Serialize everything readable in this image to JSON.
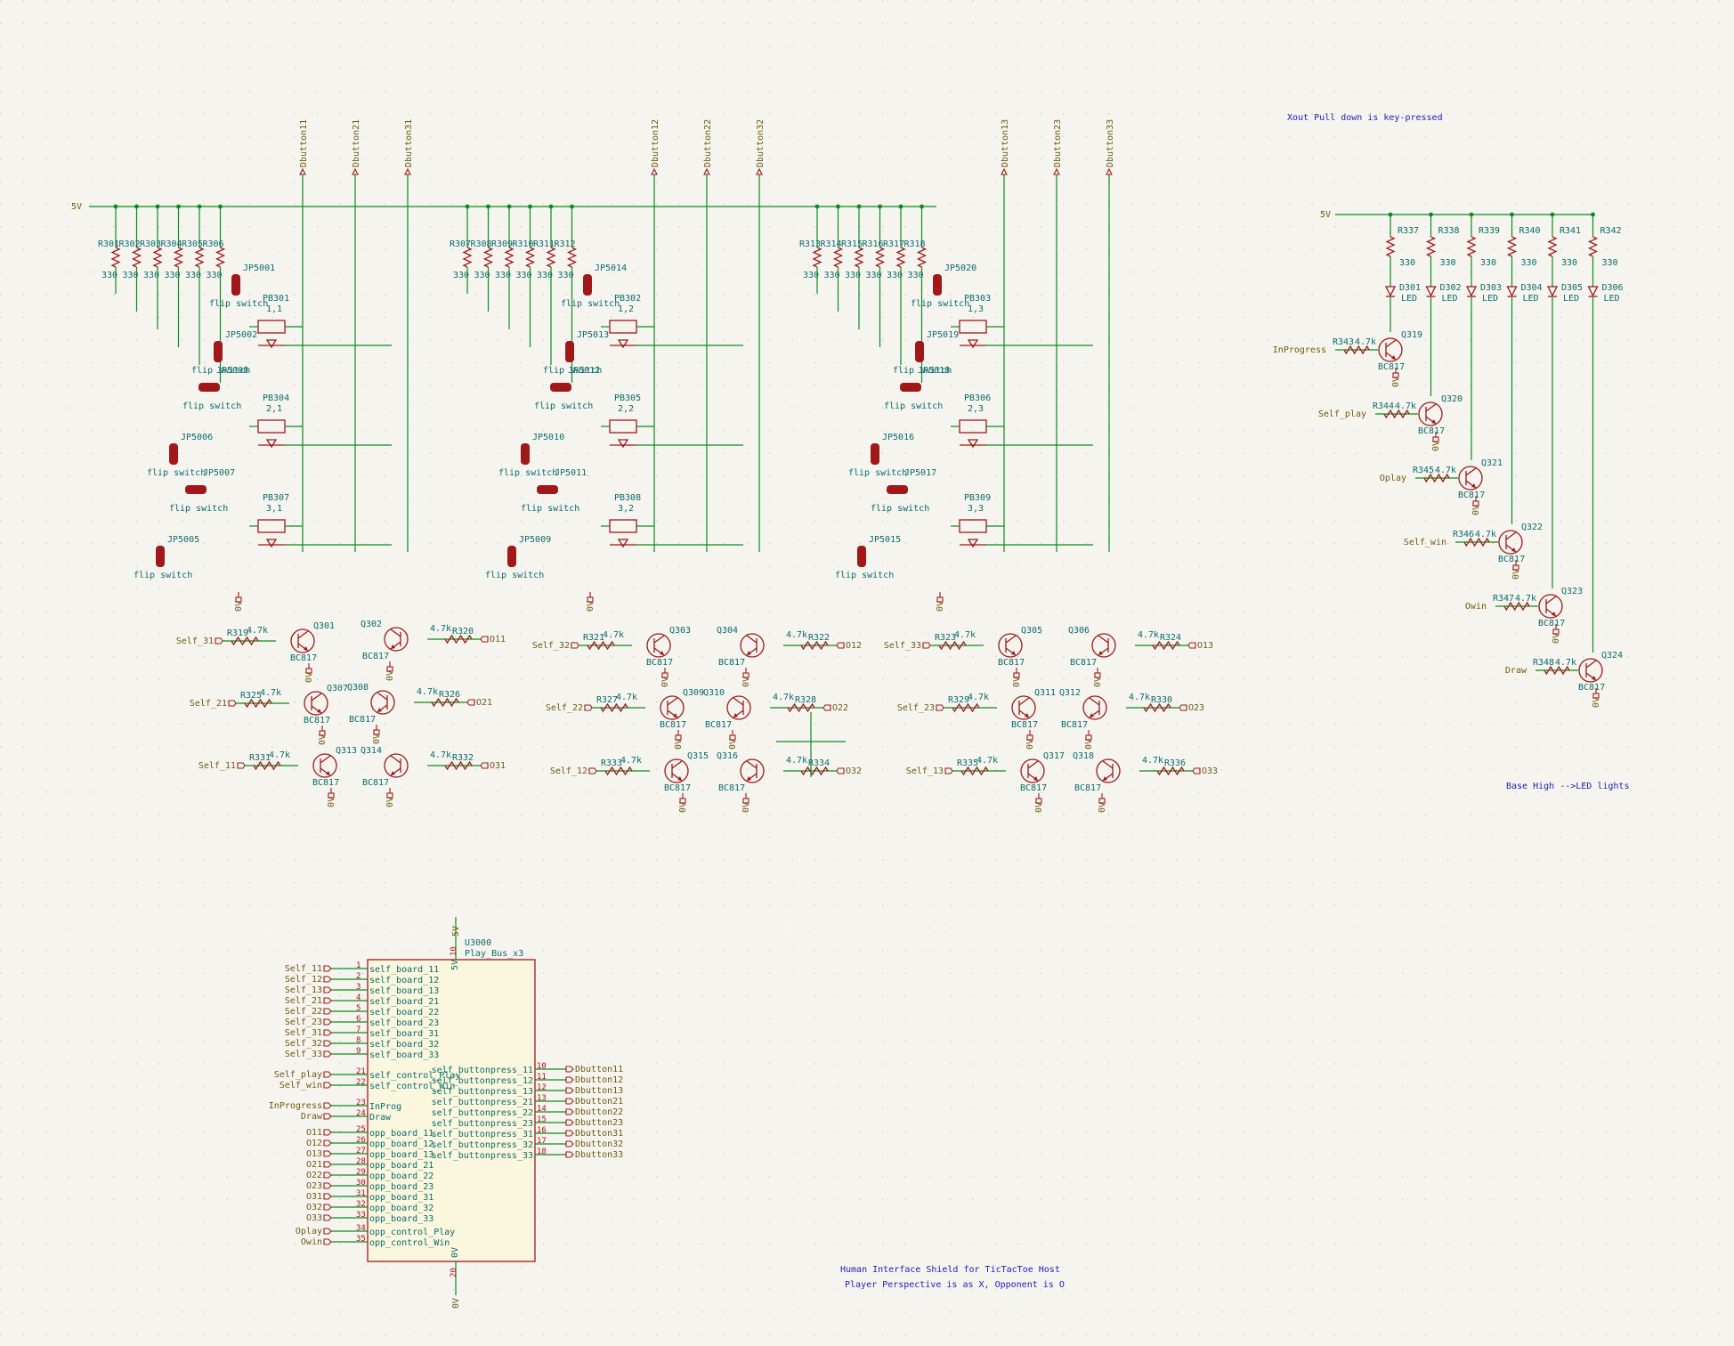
{
  "notes": {
    "xout": "Xout Pull down is key-pressed",
    "base": "Base High -->LED lights",
    "title1": "Human Interface Shield for TicTacToe Host",
    "title2": "Player Perspective is as X, Opponent is O"
  },
  "power": {
    "v5": "5V",
    "gnd": "0V"
  },
  "buttons_cols": [
    {
      "resistors": [
        "R301",
        "R302",
        "R303",
        "R304",
        "R305",
        "R306"
      ],
      "top_nets": [
        "Dbutton11",
        "Dbutton21",
        "Dbutton31"
      ],
      "jps": [
        "JP5001",
        "JP5002",
        "JP5008",
        "JP5006",
        "JP5007",
        "JP5005"
      ],
      "pbs": [
        [
          "PB301",
          "1,1"
        ],
        [
          "PB304",
          "2,1"
        ],
        [
          "PB307",
          "3,1"
        ]
      ]
    },
    {
      "resistors": [
        "R307",
        "R308",
        "R309",
        "R310",
        "R311",
        "R312"
      ],
      "top_nets": [
        "Dbutton12",
        "Dbutton22",
        "Dbutton32"
      ],
      "jps": [
        "JP5014",
        "JP5013",
        "JP5012",
        "JP5010",
        "JP5011",
        "JP5009"
      ],
      "pbs": [
        [
          "PB302",
          "1,2"
        ],
        [
          "PB305",
          "2,2"
        ],
        [
          "PB308",
          "3,2"
        ]
      ]
    },
    {
      "resistors": [
        "R313",
        "R314",
        "R315",
        "R316",
        "R317",
        "R318"
      ],
      "top_nets": [
        "Dbutton13",
        "Dbutton23",
        "Dbutton33"
      ],
      "jps": [
        "JP5020",
        "JP5019",
        "JP5018",
        "JP5016",
        "JP5017",
        "JP5015"
      ],
      "pbs": [
        [
          "PB303",
          "1,3"
        ],
        [
          "PB306",
          "2,3"
        ],
        [
          "PB309",
          "3,3"
        ]
      ]
    }
  ],
  "resistor_value": "330",
  "flip_label": "flip switch",
  "bjt_value": "BC817",
  "base_value": "4.7k",
  "self_drivers": [
    {
      "net": "Self_31",
      "r": "R319",
      "q": "Q301"
    },
    {
      "net": "Self_21",
      "r": "R325",
      "q": "Q307"
    },
    {
      "net": "Self_11",
      "r": "R331",
      "q": "Q313"
    },
    {
      "net": "Self_32",
      "r": "R321",
      "q": "Q303"
    },
    {
      "net": "Self_22",
      "r": "R327",
      "q": "Q309"
    },
    {
      "net": "Self_12",
      "r": "R333",
      "q": "Q315"
    },
    {
      "net": "Self_33",
      "r": "R323",
      "q": "Q305"
    },
    {
      "net": "Self_23",
      "r": "R329",
      "q": "Q311"
    },
    {
      "net": "Self_13",
      "r": "R335",
      "q": "Q317"
    }
  ],
  "opp_drivers": [
    {
      "net": "O11",
      "r": "R320",
      "q": "Q302"
    },
    {
      "net": "O21",
      "r": "R326",
      "q": "Q308"
    },
    {
      "net": "O31",
      "r": "R332",
      "q": "Q314"
    },
    {
      "net": "O12",
      "r": "R322",
      "q": "Q304"
    },
    {
      "net": "O22",
      "r": "R328",
      "q": "Q310"
    },
    {
      "net": "O32",
      "r": "R334",
      "q": "Q316"
    },
    {
      "net": "O13",
      "r": "R324",
      "q": "Q306"
    },
    {
      "net": "O23",
      "r": "R330",
      "q": "Q312"
    },
    {
      "net": "O33",
      "r": "R336",
      "q": "Q318"
    }
  ],
  "led_section": {
    "resistors": [
      "R337",
      "R338",
      "R339",
      "R340",
      "R341",
      "R342"
    ],
    "leds": [
      "D301",
      "D302",
      "D303",
      "D304",
      "D305",
      "D306"
    ],
    "led_value": "LED",
    "drivers": [
      {
        "net": "InProgress",
        "r": "R343",
        "q": "Q319"
      },
      {
        "net": "Self_play",
        "r": "R344",
        "q": "Q320"
      },
      {
        "net": "Oplay",
        "r": "R345",
        "q": "Q321"
      },
      {
        "net": "Self_win",
        "r": "R346",
        "q": "Q322"
      },
      {
        "net": "Owin",
        "r": "R347",
        "q": "Q323"
      },
      {
        "net": "Draw",
        "r": "R348",
        "q": "Q324"
      }
    ]
  },
  "ic": {
    "ref": "U3000",
    "value": "Play_Bus_x3",
    "top_pin": {
      "num": "10",
      "name": "5V"
    },
    "bot_pin": {
      "num": "20",
      "name": "0V"
    },
    "left_pins": [
      {
        "num": "1",
        "name": "self_board_11",
        "net": "Self_11"
      },
      {
        "num": "2",
        "name": "self_board_12",
        "net": "Self_12"
      },
      {
        "num": "3",
        "name": "self_board_13",
        "net": "Self_13"
      },
      {
        "num": "4",
        "name": "self_board_21",
        "net": "Self_21"
      },
      {
        "num": "5",
        "name": "self_board_22",
        "net": "Self_22"
      },
      {
        "num": "6",
        "name": "self_board_23",
        "net": "Self_23"
      },
      {
        "num": "7",
        "name": "self_board_31",
        "net": "Self_31"
      },
      {
        "num": "8",
        "name": "self_board_32",
        "net": "Self_32"
      },
      {
        "num": "9",
        "name": "self_board_33",
        "net": "Self_33"
      },
      {
        "num": "21",
        "name": "self_control_Play",
        "net": "Self_play"
      },
      {
        "num": "22",
        "name": "self_control_Win",
        "net": "Self_win"
      },
      {
        "num": "23",
        "name": "InProg",
        "net": "InProgress"
      },
      {
        "num": "24",
        "name": "Draw",
        "net": "Draw"
      },
      {
        "num": "25",
        "name": "opp_board_11",
        "net": "O11"
      },
      {
        "num": "26",
        "name": "opp_board_12",
        "net": "O12"
      },
      {
        "num": "27",
        "name": "opp_board_13",
        "net": "O13"
      },
      {
        "num": "28",
        "name": "opp_board_21",
        "net": "O21"
      },
      {
        "num": "29",
        "name": "opp_board_22",
        "net": "O22"
      },
      {
        "num": "30",
        "name": "opp_board_23",
        "net": "O23"
      },
      {
        "num": "31",
        "name": "opp_board_31",
        "net": "O31"
      },
      {
        "num": "32",
        "name": "opp_board_32",
        "net": "O32"
      },
      {
        "num": "33",
        "name": "opp_board_33",
        "net": "O33"
      },
      {
        "num": "34",
        "name": "opp_control_Play",
        "net": "Oplay"
      },
      {
        "num": "35",
        "name": "opp_control_Win",
        "net": "Owin"
      }
    ],
    "right_pins": [
      {
        "num": "10",
        "name": "self_buttonpress_11",
        "net": "Dbutton11"
      },
      {
        "num": "11",
        "name": "self_buttonpress_12",
        "net": "Dbutton12"
      },
      {
        "num": "12",
        "name": "self_buttonpress_13",
        "net": "Dbutton13"
      },
      {
        "num": "13",
        "name": "self_buttonpress_21",
        "net": "Dbutton21"
      },
      {
        "num": "14",
        "name": "self_buttonpress_22",
        "net": "Dbutton22"
      },
      {
        "num": "15",
        "name": "self_buttonpress_23",
        "net": "Dbutton23"
      },
      {
        "num": "16",
        "name": "self_buttonpress_31",
        "net": "Dbutton31"
      },
      {
        "num": "17",
        "name": "self_buttonpress_32",
        "net": "Dbutton32"
      },
      {
        "num": "18",
        "name": "self_buttonpress_33",
        "net": "Dbutton33"
      }
    ]
  }
}
